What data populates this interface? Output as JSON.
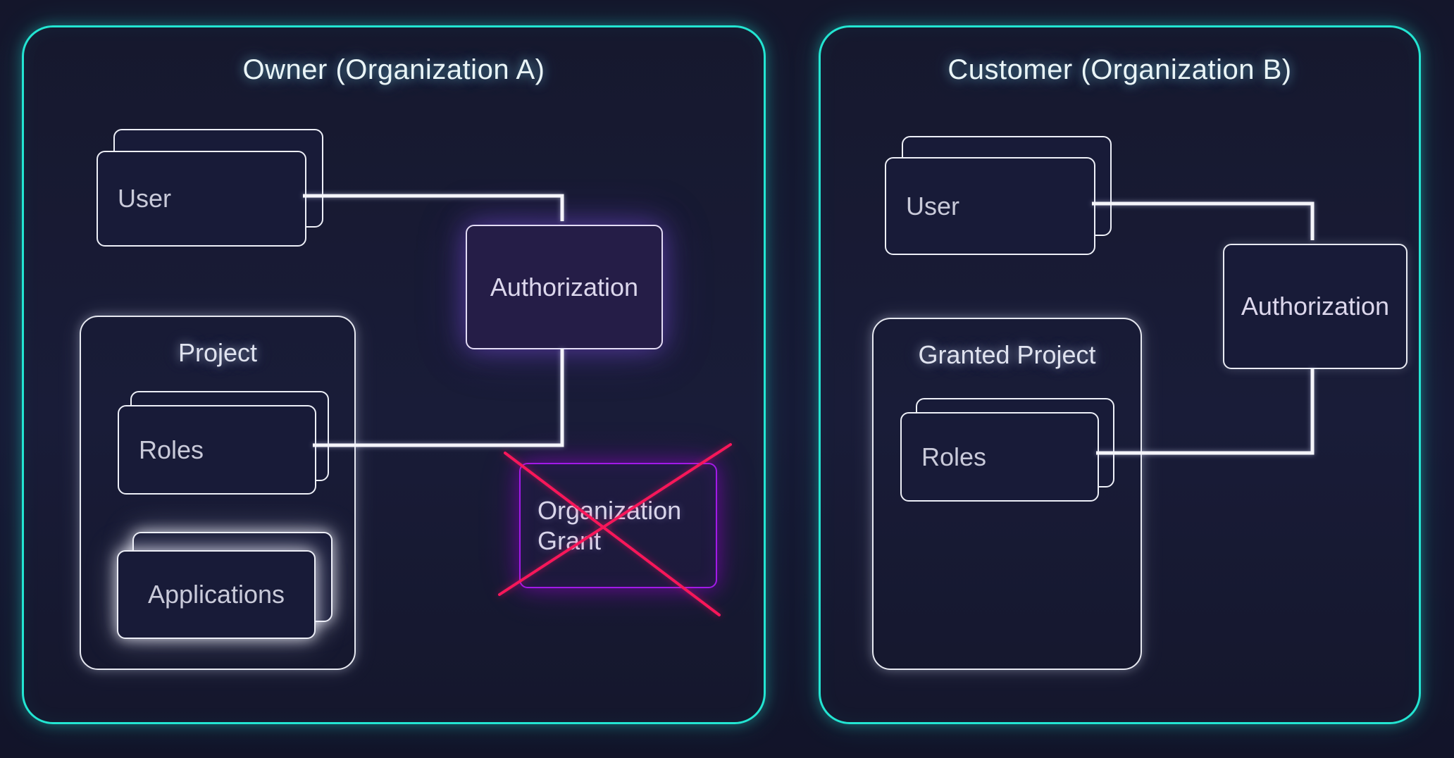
{
  "diagram": {
    "org_a": {
      "title": "Owner (Organization A)",
      "user_label": "User",
      "authorization_label": "Authorization",
      "project_title": "Project",
      "roles_label": "Roles",
      "applications_label": "Applications"
    },
    "org_b": {
      "title": "Customer (Organization B)",
      "user_label": "User",
      "authorization_label": "Authorization",
      "granted_project_title": "Granted Project",
      "roles_label": "Roles"
    },
    "organization_grant": {
      "label": "Organization Grant",
      "crossed_out": true
    },
    "colors": {
      "background": "#15172e",
      "org_border_teal": "#23e5d2",
      "node_border_white": "#edeff7",
      "authorization_fill_purple": "#251d47",
      "grant_border_purple": "#a21ae8",
      "grant_connector_magenta": "#a400e4",
      "cross_out_red": "#f8195a",
      "connector_white": "#f5f5fa"
    }
  }
}
